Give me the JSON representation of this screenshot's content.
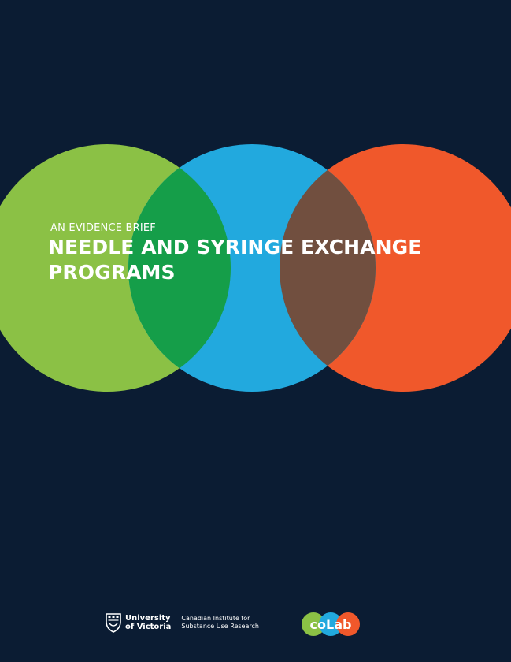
{
  "cover": {
    "kicker": "AN EVIDENCE BRIEF",
    "title_line1": "NEEDLE AND SYRINGE EXCHANGE",
    "title_line2": "PROGRAMS"
  },
  "colors": {
    "background": "#0b1c33",
    "green": "#8bc145",
    "blue": "#22a9de",
    "orange": "#f0582b",
    "green_blue_overlap": "#159e49",
    "blue_orange_overlap": "#714f3f"
  },
  "logos": {
    "uvic_line1": "University",
    "uvic_line2": "of Victoria",
    "cisur_line1": "Canadian Institute for",
    "cisur_line2": "Substance Use Research",
    "colab_text": "coLab"
  }
}
